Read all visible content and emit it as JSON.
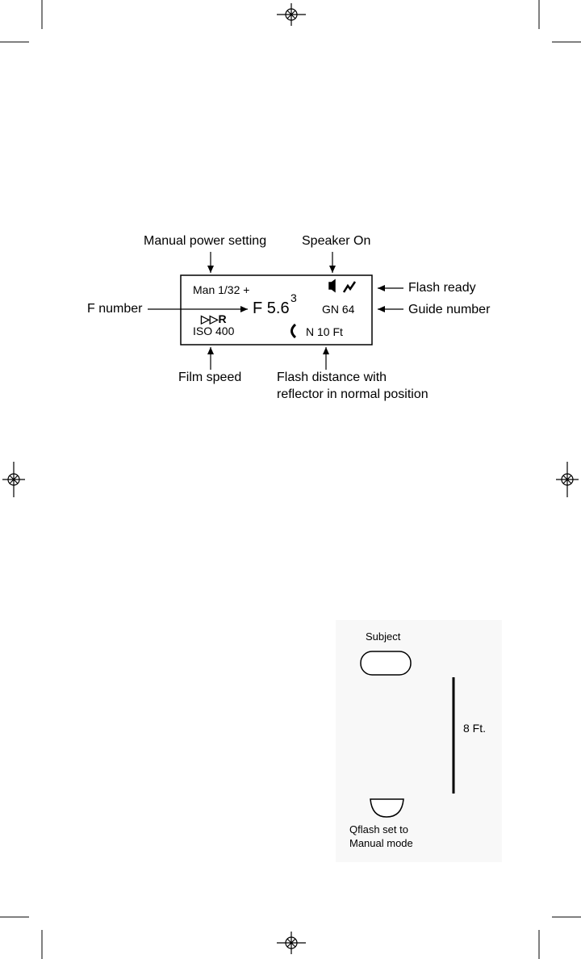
{
  "display_diagram": {
    "callouts": {
      "manual_power_setting": "Manual power setting",
      "speaker_on": "Speaker On",
      "flash_ready": "Flash ready",
      "f_number": "F number",
      "guide_number": "Guide number",
      "film_speed": "Film speed",
      "flash_distance_line1": "Flash distance with",
      "flash_distance_line2": "reflector in normal position"
    },
    "lcd": {
      "mode": "Man 1/32 +",
      "f_value": "F 5.6",
      "f_superscript": "3",
      "guide_number": "GN 64",
      "drive_indicator": "▷▷R",
      "iso": "ISO 400",
      "distance": "N 10 Ft"
    },
    "icons": [
      "speaker-icon",
      "flash-ready-icon",
      "reflector-icon",
      "registration-mark-icon"
    ]
  },
  "distance_diagram": {
    "subject_label": "Subject",
    "distance_label": "8 Ft.",
    "flash_label_line1": "Qflash set to",
    "flash_label_line2": "Manual mode"
  }
}
